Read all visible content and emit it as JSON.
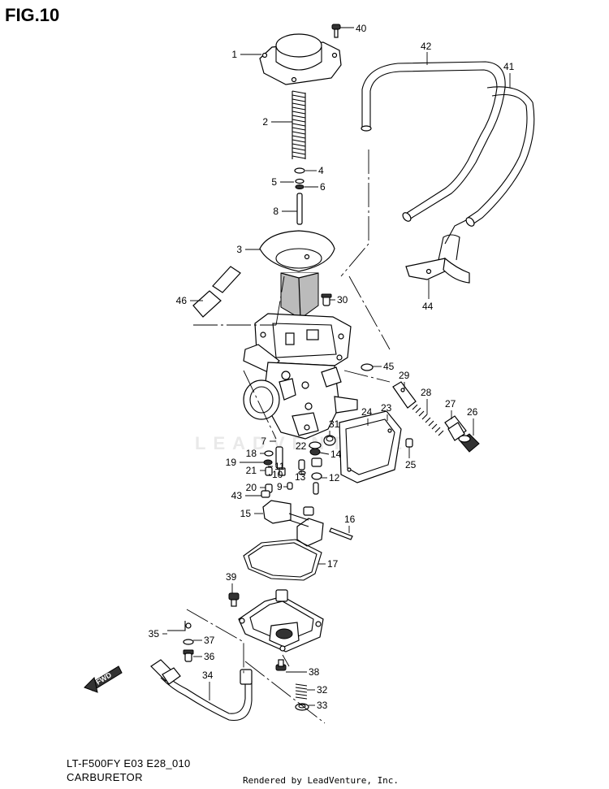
{
  "figure": {
    "title": "FIG.10",
    "model_code": "LT-F500FY E03 E28_010",
    "name": "CARBURETOR",
    "credit": "Rendered by LeadVenture, Inc.",
    "watermark": "LEADVENTURE",
    "fwd_label": "FWD"
  },
  "callouts": [
    "1",
    "2",
    "3",
    "4",
    "5",
    "6",
    "8",
    "40",
    "42",
    "41",
    "44",
    "46",
    "30",
    "45",
    "29",
    "28",
    "27",
    "26",
    "24",
    "23",
    "25",
    "31",
    "7",
    "22",
    "14",
    "18",
    "19",
    "11",
    "21",
    "10",
    "13",
    "12",
    "9",
    "20",
    "43",
    "15",
    "16",
    "17",
    "39",
    "35",
    "37",
    "36",
    "34",
    "38",
    "32",
    "33"
  ]
}
